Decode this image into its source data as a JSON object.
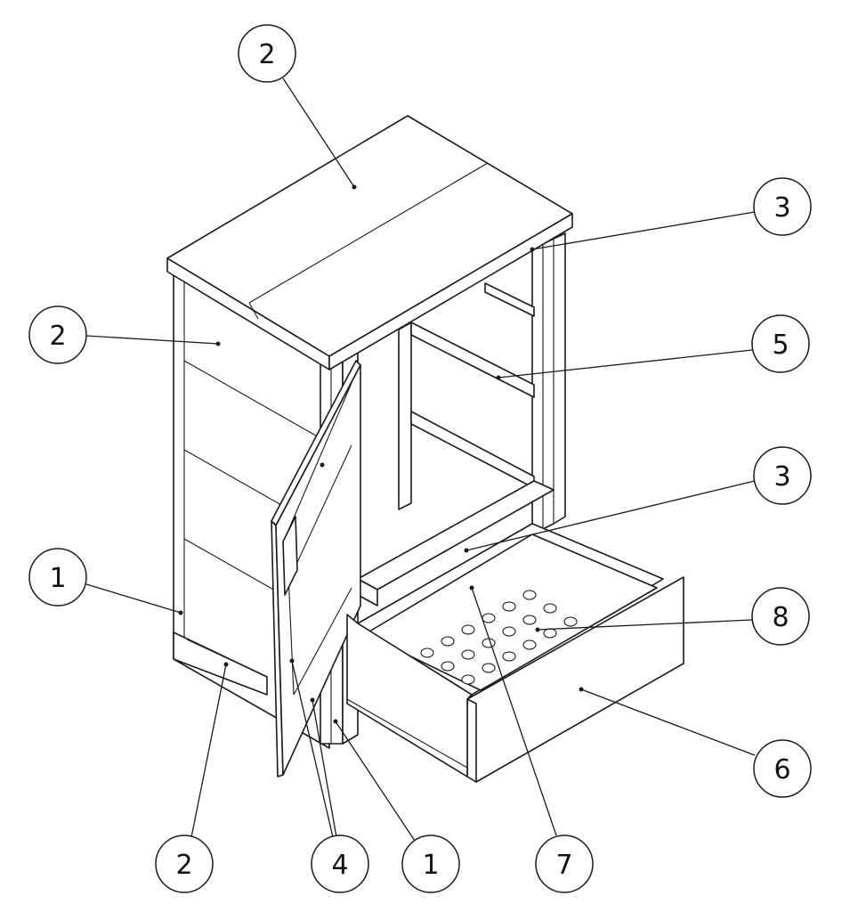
{
  "diagram": {
    "callouts": [
      {
        "id": "c-top-2",
        "label": "2"
      },
      {
        "id": "c-side-2",
        "label": "2"
      },
      {
        "id": "c-right-3a",
        "label": "3"
      },
      {
        "id": "c-right-5",
        "label": "5"
      },
      {
        "id": "c-right-3b",
        "label": "3"
      },
      {
        "id": "c-left-1",
        "label": "1"
      },
      {
        "id": "c-right-8",
        "label": "8"
      },
      {
        "id": "c-right-6",
        "label": "6"
      },
      {
        "id": "c-bottom-2",
        "label": "2"
      },
      {
        "id": "c-bottom-4",
        "label": "4"
      },
      {
        "id": "c-bottom-1",
        "label": "1"
      },
      {
        "id": "c-bottom-7",
        "label": "7"
      }
    ]
  }
}
